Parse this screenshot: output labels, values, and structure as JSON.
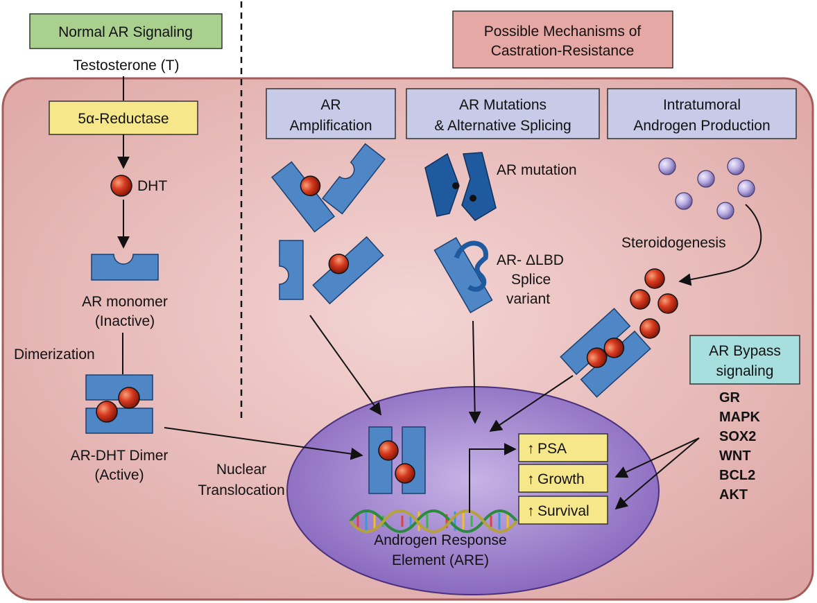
{
  "left_header": "Normal AR Signaling",
  "right_header": [
    "Possible Mechanisms of",
    "Castration-Resistance"
  ],
  "testosterone": "Testosterone (T)",
  "reductase": "5α-Reductase",
  "dht": "DHT",
  "ar_monomer": [
    "AR monomer",
    "(Inactive)"
  ],
  "dimerization": "Dimerization",
  "dimer": [
    "AR-DHT Dimer",
    "(Active)"
  ],
  "nuclear_translocation": [
    "Nuclear",
    "Translocation"
  ],
  "mechanisms": {
    "amplification": [
      "AR",
      "Amplification"
    ],
    "mutations": [
      "AR Mutations",
      "& Alternative Splicing"
    ],
    "intratumoral": [
      "Intratumoral",
      "Androgen Production"
    ]
  },
  "ar_mutation": "AR mutation",
  "splice_variant": [
    "AR- ΔLBD",
    "Splice",
    "variant"
  ],
  "steroidogenesis": "Steroidogenesis",
  "bypass_header": [
    "AR Bypass",
    "signaling"
  ],
  "bypass_list": [
    "GR",
    "MAPK",
    "SOX2",
    "WNT",
    "BCL2",
    "AKT"
  ],
  "outputs": {
    "arrow": "↑",
    "items": [
      "PSA",
      "Growth",
      "Survival"
    ]
  },
  "are_label": [
    "Androgen Response",
    "Element (ARE)"
  ],
  "colors": {
    "cell": "#e6b4b2",
    "cell_border": "#a65b5b",
    "receptor": "#4f86c6",
    "receptor_dark": "#1f5a9e",
    "androgen": "#d73a1f",
    "precursor": "#b9aee3",
    "nucleus": "#a98ad0",
    "left_header_fill": "#a9d08e",
    "right_header_fill": "#e6a8a4",
    "mechanism_fill": "#c7cbe8",
    "bypass_fill": "#a7dede",
    "output_fill": "#f6e88a"
  }
}
